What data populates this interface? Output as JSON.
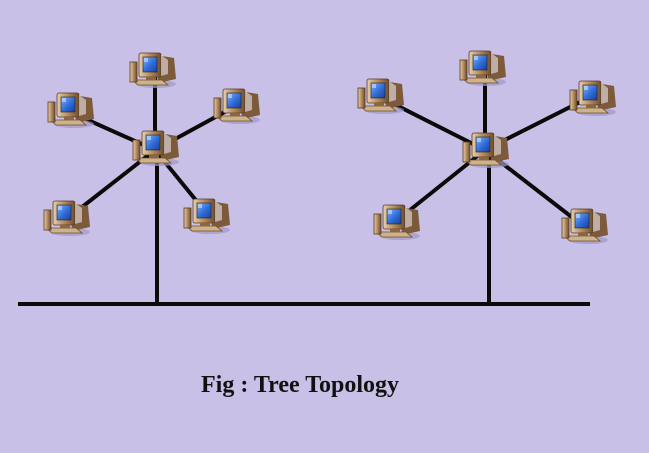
{
  "caption": "Fig : Tree Topology",
  "colors": {
    "background": "#c8c0e6",
    "link": "#0a0a0a",
    "computer_case": "#b58b5d",
    "screen": "#2f6bd6"
  },
  "icons": {
    "node": "desktop-computer-icon"
  },
  "topology": {
    "type": "tree",
    "backbone": "bus",
    "hubs": [
      {
        "id": "hub-left",
        "leaves": 5
      },
      {
        "id": "hub-right",
        "leaves": 5
      }
    ]
  }
}
